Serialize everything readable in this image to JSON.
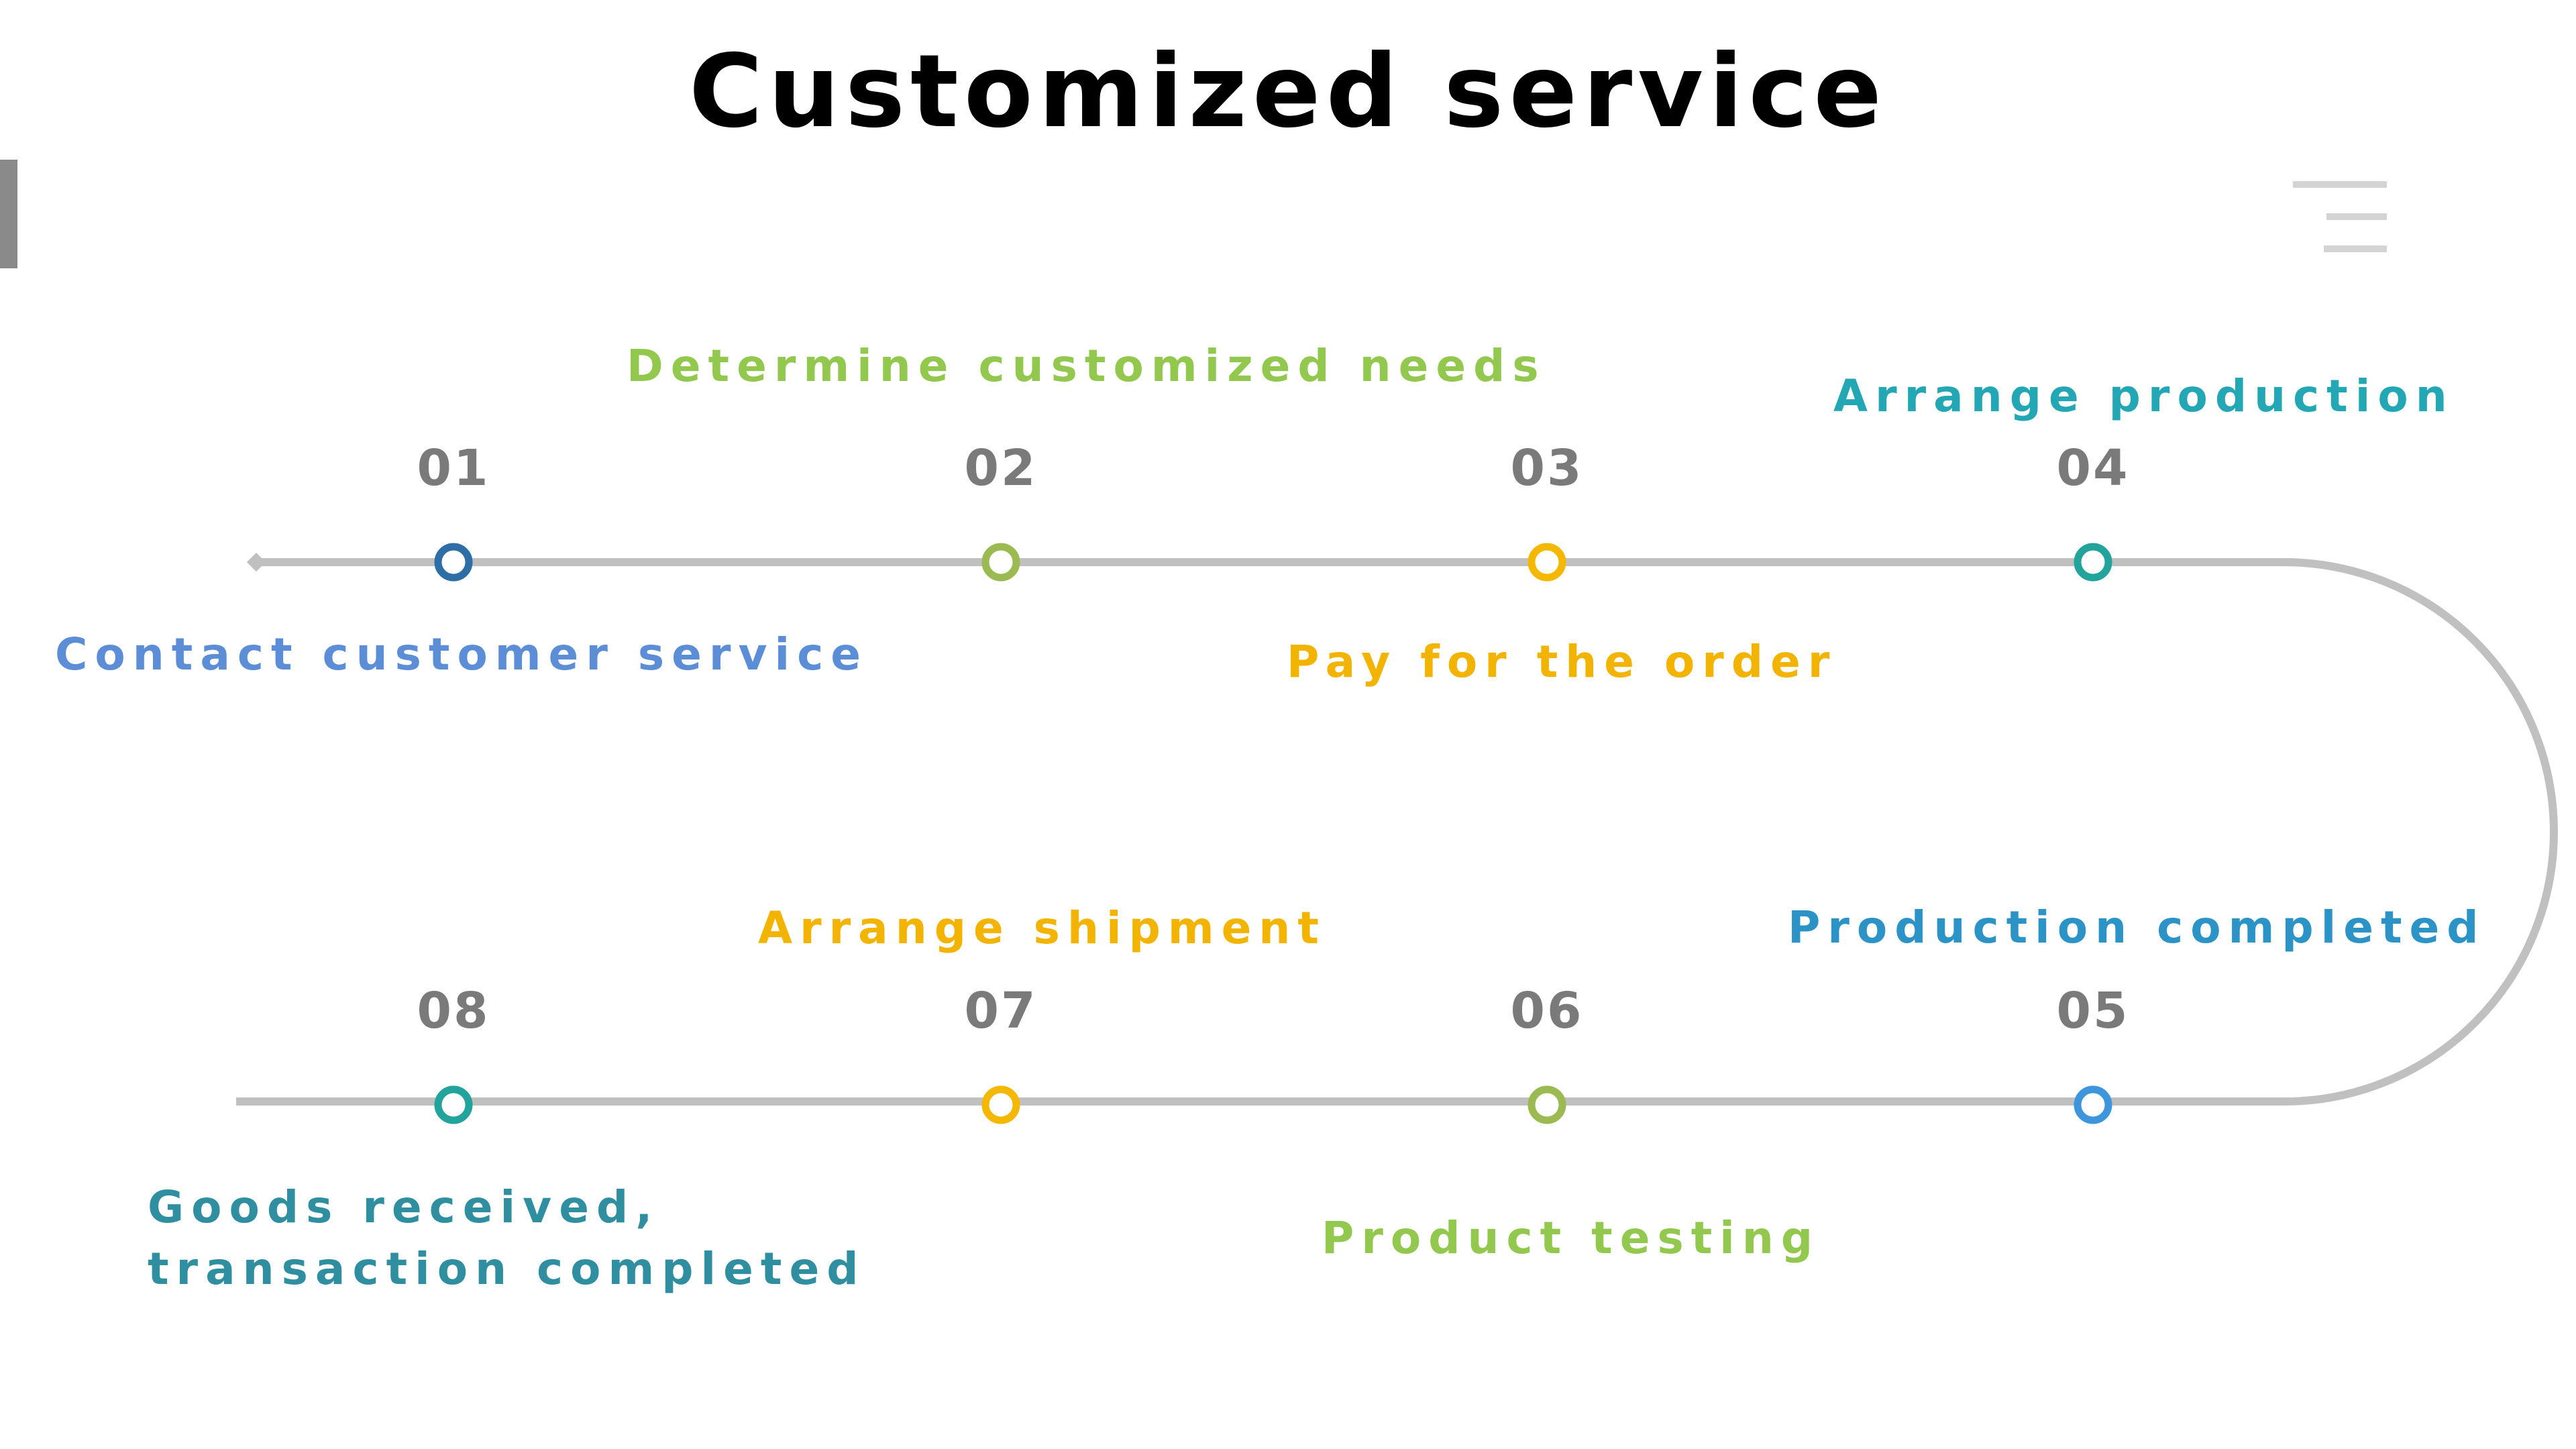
{
  "page": {
    "title": "Customized service"
  },
  "colors": {
    "track": "#c0c0c0",
    "number": "#7a7a7a",
    "menu_icon": "#d4d4d4",
    "left_bar": "#8a8a8a"
  },
  "steps": [
    {
      "number": "01",
      "label": "Contact customer service",
      "circle_color": "#2e6ea6",
      "label_color": "#5b8ed6"
    },
    {
      "number": "02",
      "label": "Determine customized needs",
      "circle_color": "#9cba52",
      "label_color": "#93c84e"
    },
    {
      "number": "03",
      "label": "Pay for the order",
      "circle_color": "#f5b800",
      "label_color": "#f2b400"
    },
    {
      "number": "04",
      "label": "Arrange production",
      "circle_color": "#22a39b",
      "label_color": "#23a7b5"
    },
    {
      "number": "05",
      "label": "Production completed",
      "circle_color": "#3d96dc",
      "label_color": "#2c93c6"
    },
    {
      "number": "06",
      "label": "Product testing",
      "circle_color": "#9cba52",
      "label_color": "#93c84e"
    },
    {
      "number": "07",
      "label": "Arrange shipment",
      "circle_color": "#f5b800",
      "label_color": "#f2b400"
    },
    {
      "number": "08",
      "label_line1": "Goods received,",
      "label_line2": "transaction completed",
      "circle_color": "#22a39b",
      "label_color": "#2f8fa0"
    }
  ],
  "icons": {
    "menu": "menu-lines-icon"
  }
}
